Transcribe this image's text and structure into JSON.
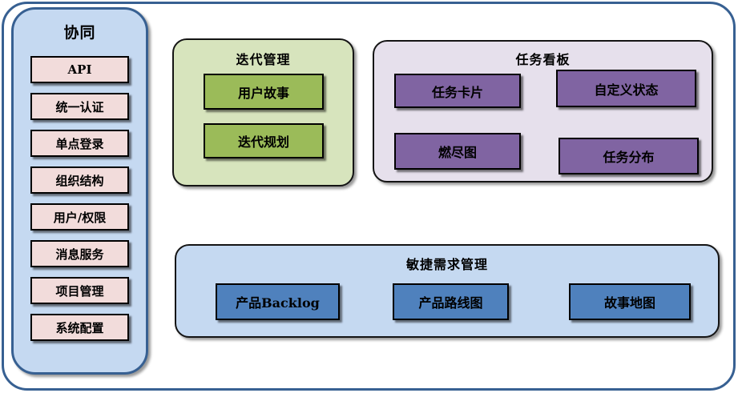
{
  "sidebar": {
    "title": "协同",
    "items": [
      "API",
      "统一认证",
      "单点登录",
      "组织结构",
      "用户/权限",
      "消息服务",
      "项目管理",
      "系统配置"
    ]
  },
  "panels": {
    "iteration": {
      "title": "迭代管理",
      "items": [
        "用户故事",
        "迭代规划"
      ]
    },
    "kanban": {
      "title": "任务看板",
      "items": [
        "任务卡片",
        "自定义状态",
        "燃尽图",
        "任务分布"
      ]
    },
    "agile": {
      "title": "敏捷需求管理",
      "items": [
        "产品Backlog",
        "产品路线图",
        "故事地图"
      ]
    }
  },
  "colors": {
    "frame_border": "#376092",
    "sidebar_fill": "#c5d9f1",
    "sidebar_item_fill": "#f2dcdb",
    "iteration_panel_fill": "#d7e4bd",
    "iteration_button_fill": "#9bbb59",
    "kanban_panel_fill": "#e6e0ec",
    "kanban_button_fill": "#8064a2",
    "agile_panel_fill": "#c5d9f1",
    "agile_button_fill": "#4f81bd",
    "box_border": "#000000",
    "text": "#000000"
  }
}
